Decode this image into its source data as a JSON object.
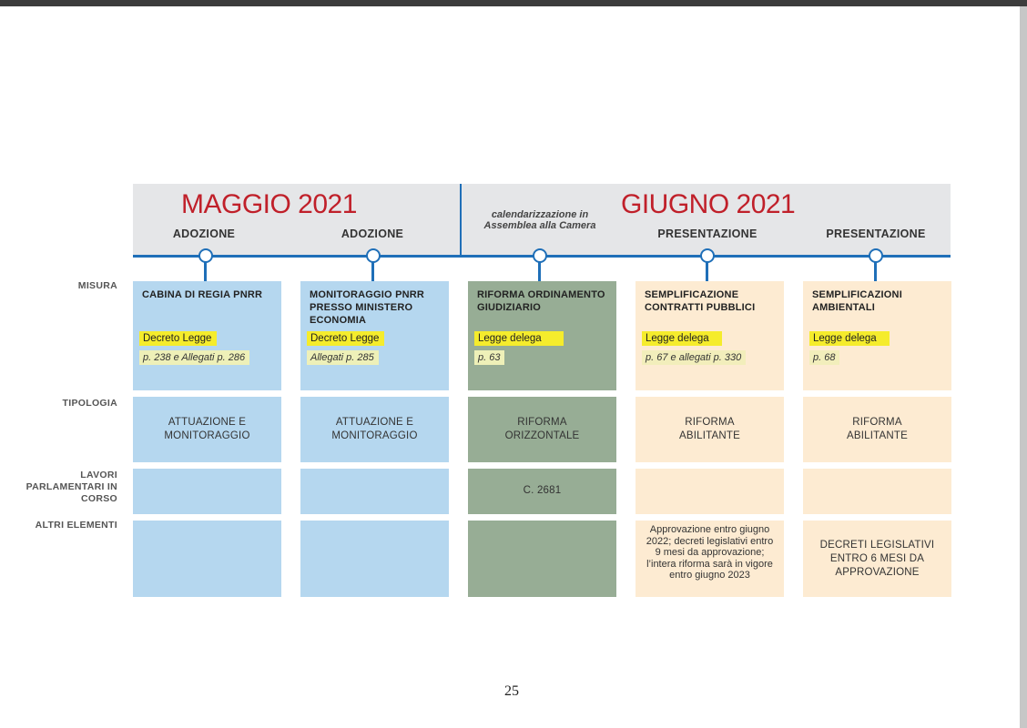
{
  "header": {
    "month_may": "MAGGIO 2021",
    "month_june": "GIUGNO 2021",
    "phases": [
      "ADOZIONE",
      "ADOZIONE",
      "calendarizzazione in Assemblea alla Camera",
      "PRESENTAZIONE",
      "PRESENTAZIONE"
    ],
    "accent_color": "#c0202a",
    "timeline_color": "#1f6fb8"
  },
  "row_labels": {
    "misura": "MISURA",
    "tipologia": "TIPOLOGIA",
    "lavori": "LAVORI PARLAMENTARI IN CORSO",
    "altri": "ALTRI ELEMENTI"
  },
  "columns": [
    {
      "title": "CABINA DI REGIA PNRR",
      "act": "Decreto Legge",
      "ref": "p. 238 e Allegati p. 286",
      "tipologia": "ATTUAZIONE E MONITORAGGIO",
      "lavori": "",
      "altri": "",
      "color": "#b5d7ef"
    },
    {
      "title": "MONITORAGGIO PNRR PRESSO MINISTERO ECONOMIA",
      "act": "Decreto Legge",
      "ref": "Allegati p. 285",
      "tipologia": "ATTUAZIONE E MONITORAGGIO",
      "lavori": "",
      "altri": "",
      "color": "#b5d7ef"
    },
    {
      "title": "RIFORMA ORDINAMENTO GIUDIZIARIO",
      "act": "Legge delega",
      "ref": "p. 63",
      "tipologia": "RIFORMA ORIZZONTALE",
      "lavori": "C. 2681",
      "altri": "",
      "color": "#97ad95"
    },
    {
      "title": "SEMPLIFICAZIONE CONTRATTI PUBBLICI",
      "act": "Legge delega",
      "ref": "p. 67 e allegati p. 330",
      "tipologia": "RIFORMA ABILITANTE",
      "lavori": "",
      "altri": "Approvazione entro giugno 2022; decreti legislativi entro 9 mesi da approvazione; l’intera riforma sarà in vigore entro giugno 2023",
      "color": "#fdebd2"
    },
    {
      "title": "SEMPLIFICAZIONI AMBIENTALI",
      "act": "Legge delega",
      "ref": "p. 68",
      "tipologia": "RIFORMA ABILITANTE",
      "lavori": "",
      "altri": "DECRETI LEGISLATIVI ENTRO 6 MESI DA APPROVAZIONE",
      "color": "#fdebd2"
    }
  ],
  "footer": {
    "page_number": "25"
  }
}
